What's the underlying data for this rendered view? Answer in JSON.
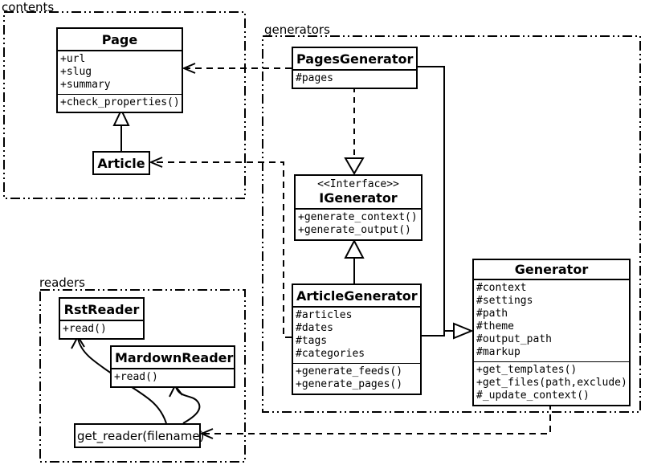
{
  "diagram_type": "uml-class-diagram",
  "colors": {
    "line": "#000000",
    "background": "#ffffff",
    "box_fill": "#ffffff"
  },
  "packages": {
    "contents": {
      "label": "contents"
    },
    "generators": {
      "label": "generators"
    },
    "readers": {
      "label": "readers"
    }
  },
  "classes": {
    "page": {
      "name": "Page",
      "attributes": [
        "+url",
        "+slug",
        "+summary"
      ],
      "methods": [
        "+check_properties()"
      ]
    },
    "article": {
      "name": "Article"
    },
    "pages_generator": {
      "name": "PagesGenerator",
      "attributes": [
        "#pages"
      ]
    },
    "igenerator": {
      "stereotype": "<<Interface>>",
      "name": "IGenerator",
      "methods": [
        "+generate_context()",
        "+generate_output()"
      ]
    },
    "article_generator": {
      "name": "ArticleGenerator",
      "attributes": [
        "#articles",
        "#dates",
        "#tags",
        "#categories"
      ],
      "methods": [
        "+generate_feeds()",
        "+generate_pages()"
      ]
    },
    "generator": {
      "name": "Generator",
      "attributes": [
        "#context",
        "#settings",
        "#path",
        "#theme",
        "#output_path",
        "#markup"
      ],
      "methods": [
        "+get_templates()",
        "+get_files(path,exclude)",
        "#_update_context()"
      ]
    },
    "rst_reader": {
      "name": "RstReader",
      "methods": [
        "+read()"
      ]
    },
    "mardown_reader": {
      "name": "MardownReader",
      "methods": [
        "+read()"
      ]
    },
    "get_reader": {
      "label": "get_reader(filename)"
    }
  },
  "relationships": [
    {
      "type": "generalization",
      "from": "Article",
      "to": "Page"
    },
    {
      "type": "dependency",
      "from": "PagesGenerator",
      "to": "Page"
    },
    {
      "type": "dependency",
      "from": "ArticleGenerator",
      "to": "Article"
    },
    {
      "type": "realization",
      "from": "PagesGenerator",
      "to": "IGenerator"
    },
    {
      "type": "generalization",
      "from": "ArticleGenerator",
      "to": "IGenerator"
    },
    {
      "type": "generalization",
      "from": "PagesGenerator",
      "to": "Generator"
    },
    {
      "type": "generalization",
      "from": "ArticleGenerator",
      "to": "Generator"
    },
    {
      "type": "dependency",
      "from": "Generator",
      "to": "get_reader(filename)"
    },
    {
      "type": "call-arrow",
      "from": "get_reader(filename)",
      "to": "RstReader"
    },
    {
      "type": "call-arrow",
      "from": "get_reader(filename)",
      "to": "MardownReader"
    }
  ]
}
